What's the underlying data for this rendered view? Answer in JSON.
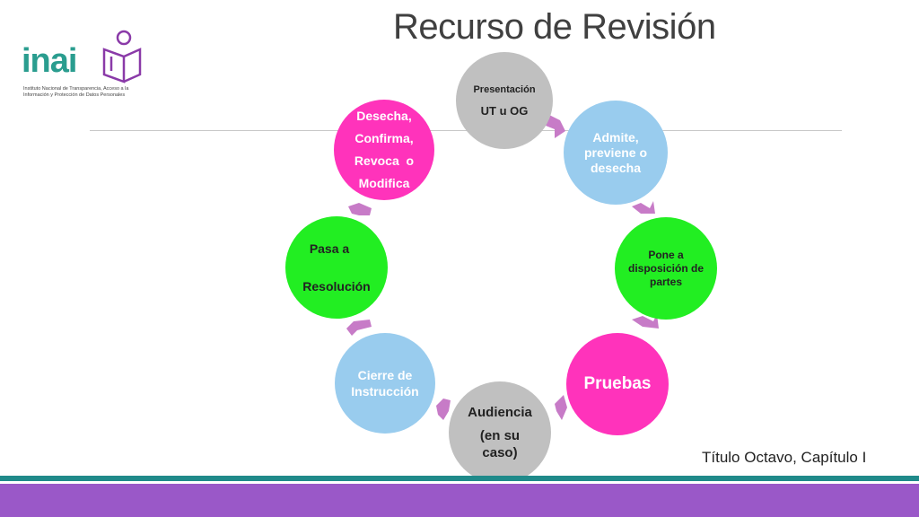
{
  "title": "Recurso de Revisión",
  "logo": {
    "word": "inai",
    "tagline": "Instituto Nacional de Transparencia, Acceso a la Información y Protección de Datos Personales"
  },
  "footer": "Título Octavo, Capítulo I",
  "nodes": [
    {
      "id": "presentacion",
      "line1": "Presentación",
      "line2": "UT u OG",
      "color": "#c0c0c0"
    },
    {
      "id": "admite",
      "text": "Admite, previene o desecha",
      "color": "#99ccee"
    },
    {
      "id": "pone",
      "text": "Pone a disposición de partes",
      "color": "#22ee22"
    },
    {
      "id": "pruebas",
      "text": "Pruebas",
      "color": "#ff33bb"
    },
    {
      "id": "audiencia",
      "line1": "Audiencia",
      "line2": "(en su caso)",
      "color": "#c0c0c0"
    },
    {
      "id": "cierre",
      "text": "Cierre de Instrucción",
      "color": "#99ccee"
    },
    {
      "id": "pasa",
      "line1": "Pasa a",
      "line2": "Resolución",
      "color": "#22ee22"
    },
    {
      "id": "desecha",
      "lines": [
        "Desecha,",
        "Confirma,",
        "Revoca  o",
        "Modifica"
      ],
      "color": "#ff33bb"
    }
  ],
  "colors": {
    "arrow": "#c77bc7",
    "band_teal": "#1f8a8a",
    "band_purple": "#9a58c8",
    "logo": "#2a9d8f"
  }
}
